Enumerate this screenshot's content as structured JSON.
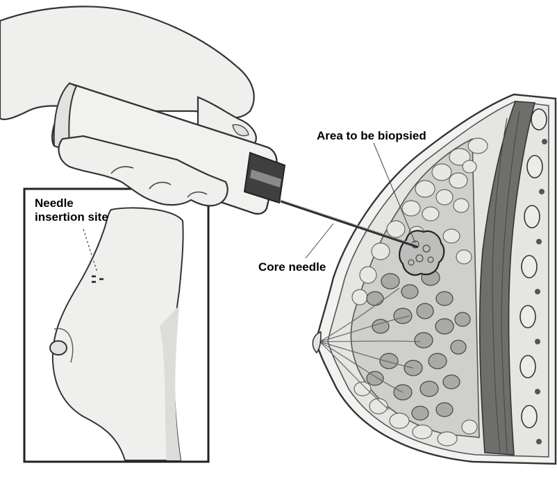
{
  "labels": {
    "needle_site_line1": "Needle",
    "needle_site_line2": "insertion site",
    "area_to_biopsy": "Area to be biopsied",
    "core_needle": "Core needle"
  },
  "colors": {
    "line": "#3a3a3a",
    "skin": "#eeeeec",
    "tissue_light": "#e4e4e2",
    "fat_lobule": "#d2d2d0",
    "gland_lobule": "#a7a7a5",
    "muscle": "#6c6c6a",
    "device": "#f0f0ee",
    "device_dark": "#3f3f3f"
  }
}
